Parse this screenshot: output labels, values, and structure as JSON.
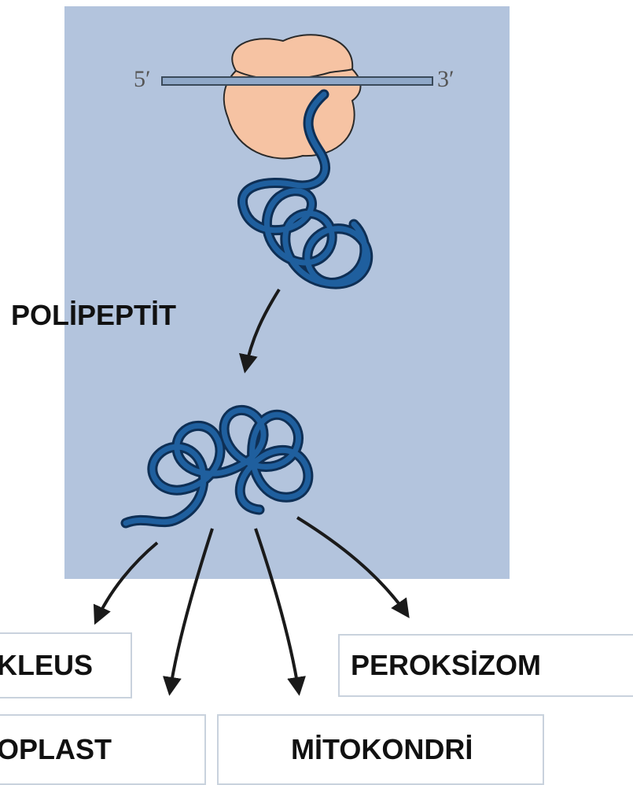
{
  "mrna": {
    "five_prime": "5′",
    "three_prime": "3′"
  },
  "label_polypeptide": "POLİPEPTİT",
  "targets": {
    "nucleus": "KLEUS",
    "chloroplast": "OPLAST",
    "mitochondrion": "MİTOKONDRİ",
    "peroxisome": "PEROKSİZOM"
  },
  "colors": {
    "panel": "#b3c4dd",
    "ribosome": "#f6c3a3",
    "chain": "#1f5f9e",
    "chain_dark": "#0e2f55",
    "arrow": "#1a1a1a"
  }
}
